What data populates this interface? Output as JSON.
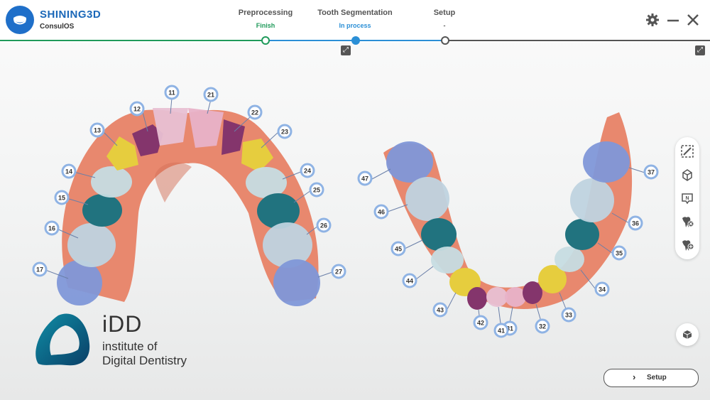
{
  "app": {
    "brand": "SHINING3D",
    "product": "ConsulOS"
  },
  "steps": [
    {
      "label": "Preprocessing",
      "status": "Finish",
      "color": "#1f9a5a"
    },
    {
      "label": "Tooth Segmentation",
      "status": "In process",
      "color": "#2b8fd6"
    },
    {
      "label": "Setup",
      "status": "-",
      "color": "#555555"
    }
  ],
  "window_controls": {
    "settings": "gear-icon",
    "minimize": "minimize-icon",
    "close": "close-icon"
  },
  "upper_teeth": [
    "11",
    "12",
    "13",
    "14",
    "15",
    "16",
    "17",
    "21",
    "22",
    "23",
    "24",
    "25",
    "26",
    "27"
  ],
  "lower_teeth": [
    "31",
    "32",
    "33",
    "34",
    "35",
    "36",
    "37",
    "41",
    "42",
    "43",
    "44",
    "45",
    "46",
    "47"
  ],
  "toolbar": {
    "items": [
      "edit-brush-icon",
      "axis-view-icon",
      "numbering-icon",
      "tooth-remove-icon",
      "tooth-add-icon"
    ]
  },
  "view_cube": "cube-icon",
  "setup_button": {
    "label": "Setup"
  },
  "watermark": {
    "title": "iDD",
    "line1": "institute of",
    "line2": "Digital Dentistry"
  }
}
